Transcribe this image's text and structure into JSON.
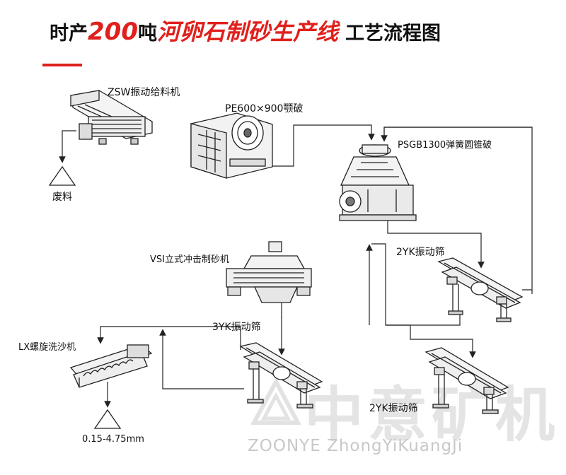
{
  "title": {
    "part1": "时产",
    "capacity": "200",
    "unit": "吨",
    "product": "河卵石制砂生产线",
    "suffix": "工艺流程图"
  },
  "colors": {
    "accent": "#e0201c",
    "line": "#222222",
    "watermark": "#c8c8c8"
  },
  "labels": {
    "feeder": "ZSW振动给料机",
    "jaw_crusher": "PE600×900颚破",
    "waste": "废料",
    "cone_crusher": "PSGB1300弹簧圆锥破",
    "screen_2yk_top": "2YK振动筛",
    "vsi": "VSI立式冲击制砂机",
    "screen_3yk": "3YK振动筛",
    "sand_washer": "LX螺旋洗沙机",
    "product_size": "0.15-4.75mm",
    "screen_2yk_bottom": "2YK振动筛"
  },
  "watermark": {
    "cn": "中意矿机",
    "en": "ZOONYE  ZhongYiKuangJi"
  }
}
